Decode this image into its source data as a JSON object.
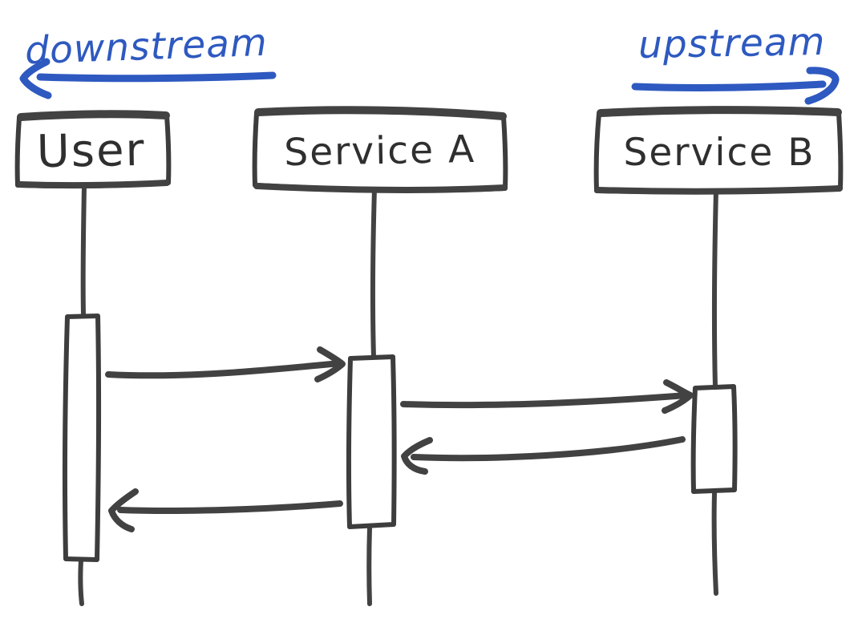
{
  "annotations": {
    "downstream": {
      "label": "downstream",
      "direction": "left",
      "color": "#2e59c0"
    },
    "upstream": {
      "label": "upstream",
      "direction": "right",
      "color": "#2e59c0"
    }
  },
  "actors": {
    "user": {
      "name": "User"
    },
    "service_a": {
      "name": "Service A"
    },
    "service_b": {
      "name": "Service B"
    }
  },
  "messages": [
    {
      "from": "User",
      "to": "Service A",
      "direction": "right"
    },
    {
      "from": "Service A",
      "to": "Service B",
      "direction": "right"
    },
    {
      "from": "Service B",
      "to": "Service A",
      "direction": "left"
    },
    {
      "from": "Service A",
      "to": "User",
      "direction": "left"
    }
  ],
  "colors": {
    "ink": "#3d3d3d",
    "annotation_blue": "#2e59c0",
    "background": "#ffffff"
  }
}
